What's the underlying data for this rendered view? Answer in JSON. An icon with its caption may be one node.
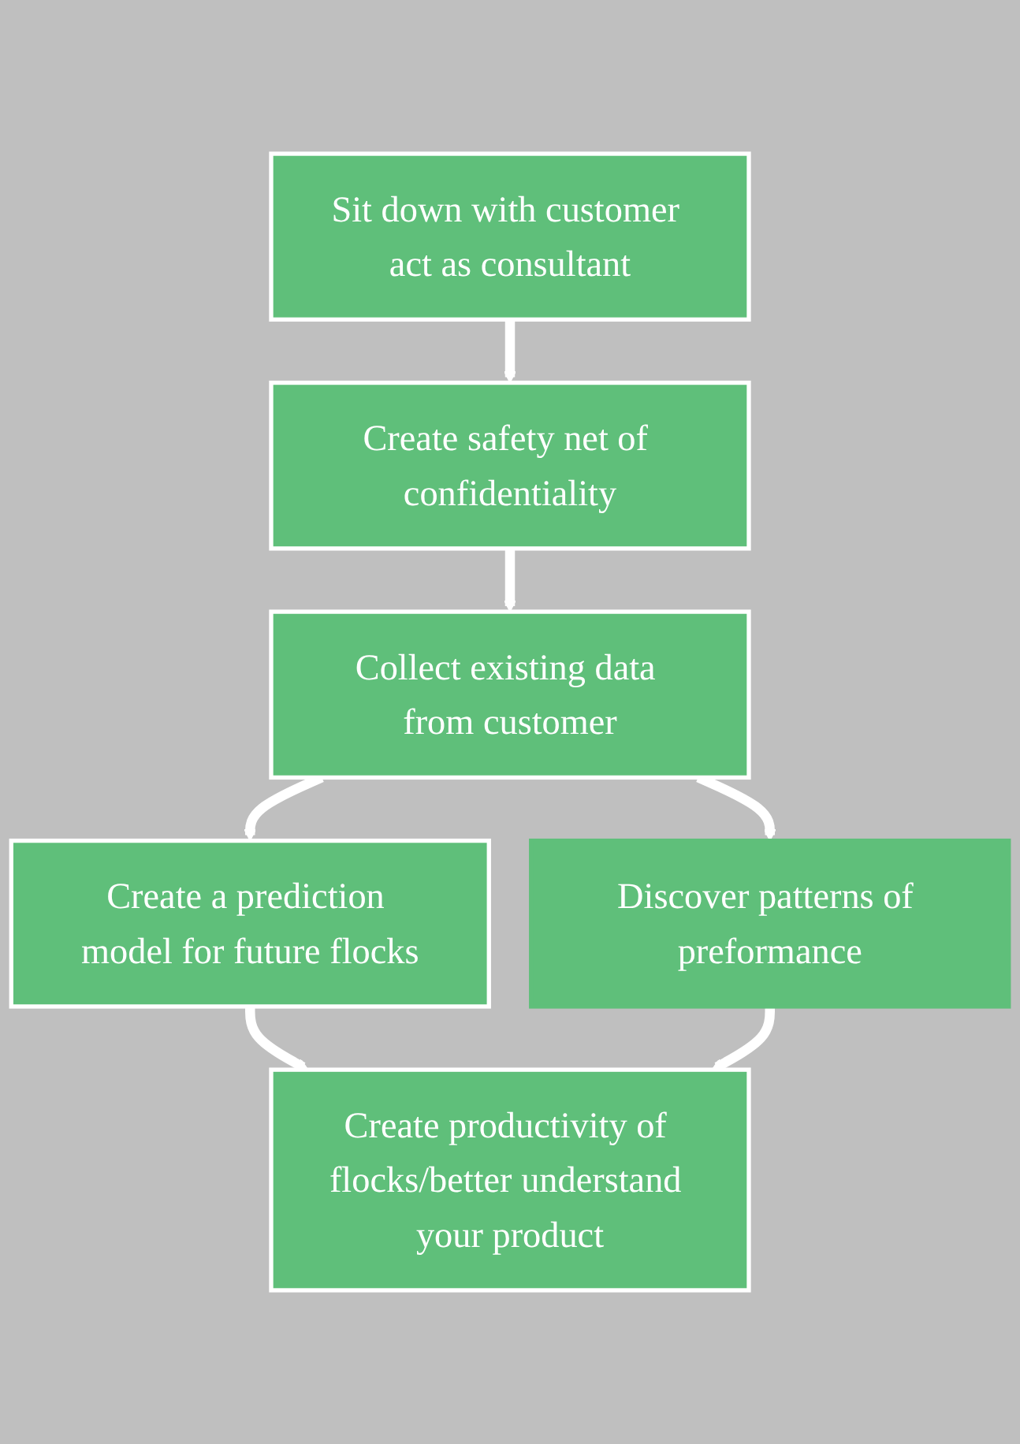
{
  "diagram": {
    "nodes": [
      {
        "text": [
          "Sit down with customer act as consultant"
        ]
      },
      {
        "text": [
          "Create safety net of confidentiality"
        ]
      },
      {
        "text": [
          "Collect existing data from customer"
        ]
      },
      {
        "text": [
          "Create a prediction model for future flocks"
        ]
      },
      {
        "text": [
          "Discover patterns of preformance"
        ]
      },
      {
        "text": [
          "Create productivity of flocks/better understand your product"
        ]
      }
    ],
    "edges": [
      {
        "from": 0,
        "to": 1,
        "arrow": "to"
      },
      {
        "from": 1,
        "to": 2,
        "arrow": "to"
      },
      {
        "from": 2,
        "to": 3,
        "arrow": "to"
      },
      {
        "from": 2,
        "to": 4,
        "arrow": "to"
      },
      {
        "from": 3,
        "to": 5,
        "arrow": "to"
      },
      {
        "from": 4,
        "to": 5,
        "arrow": "to"
      }
    ]
  }
}
